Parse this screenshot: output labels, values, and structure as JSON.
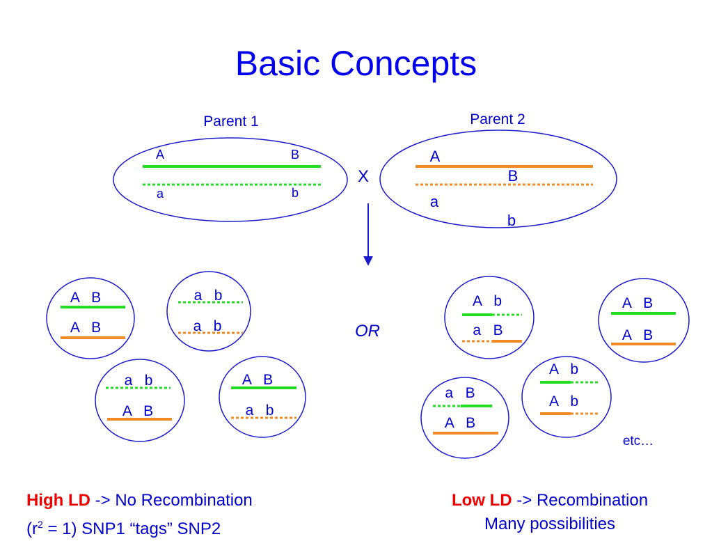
{
  "title": "Basic Concepts",
  "colors": {
    "blue": "#1a1acc",
    "green": "#22dd22",
    "orange": "#f08a24",
    "red": "#ee0000"
  },
  "parents": {
    "p1_label": "Parent 1",
    "p2_label": "Parent 2",
    "cross": "X",
    "p1": {
      "A": "A",
      "B": "B",
      "a": "a",
      "b": "b"
    },
    "p2": {
      "A": "A",
      "B": "B",
      "a": "a",
      "b": "b"
    }
  },
  "or_label": "OR",
  "etc_label": "etc…",
  "high": {
    "h1": "High LD",
    "t1": " -> No Recombination",
    "t2a": "(r",
    "sup": "2",
    "t2b": " = 1) SNP1 “tags” SNP2"
  },
  "low": {
    "h1": "Low LD",
    "t1": " -> Recombination",
    "t2": "Many possibilities"
  },
  "left_cells": [
    {
      "top": "A   B",
      "bottom": "A   B"
    },
    {
      "top": "a   b",
      "bottom": "a   b"
    },
    {
      "top": "a   b",
      "bottom": "A   B"
    },
    {
      "top": "A   B",
      "bottom": "a   b"
    }
  ],
  "right_cells": [
    {
      "top": "A   b",
      "bottom": "a   B"
    },
    {
      "top": "A   B",
      "bottom": "A   B"
    },
    {
      "top": "A   b",
      "bottom": "A   b"
    },
    {
      "top": "a   B",
      "bottom": "A   B"
    }
  ]
}
